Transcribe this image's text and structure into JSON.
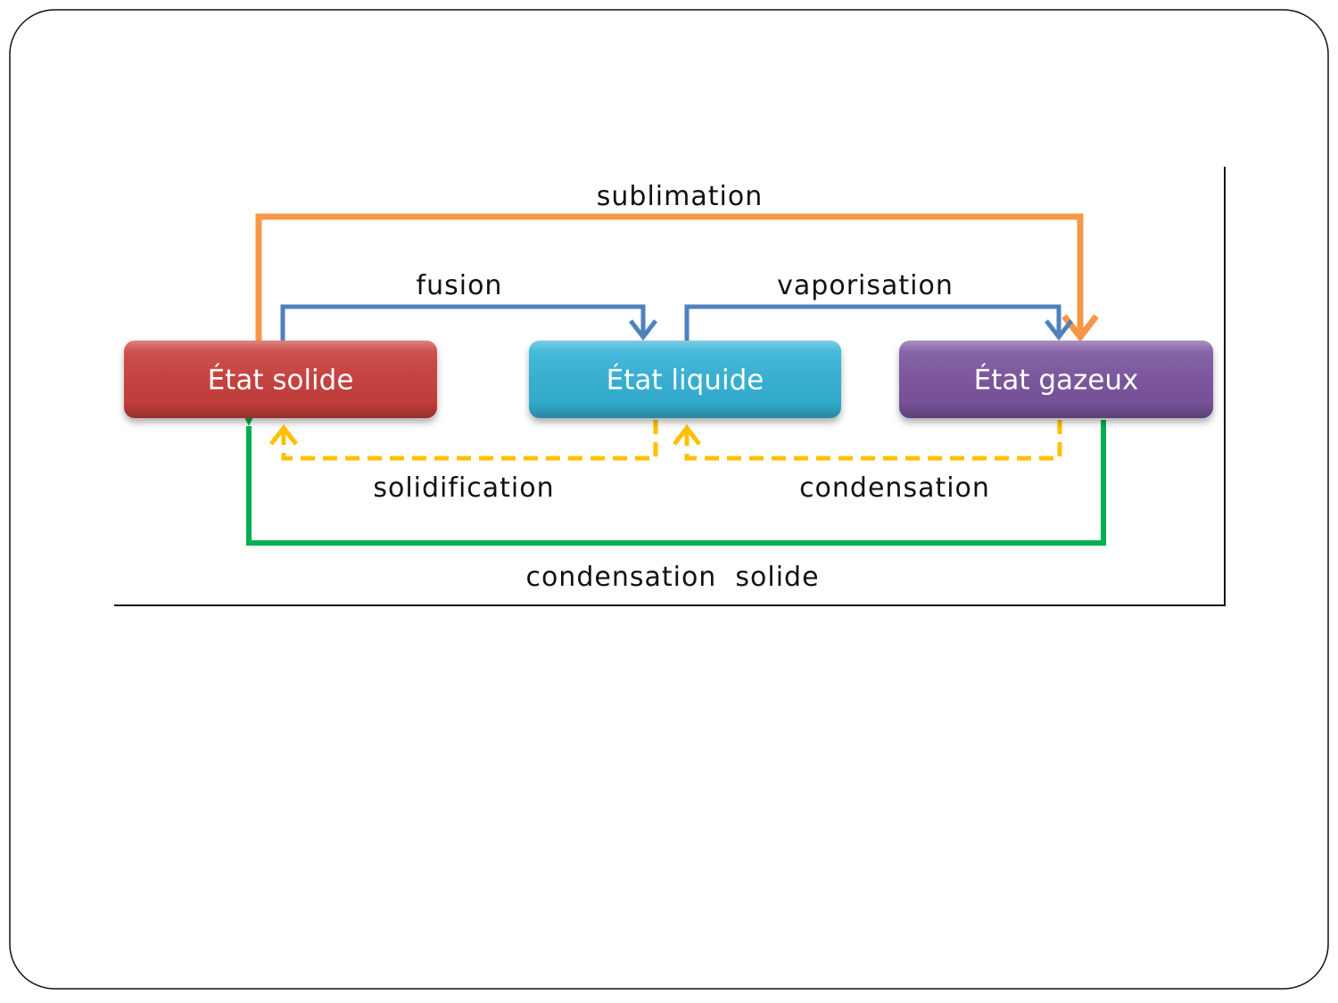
{
  "states": [
    {
      "id": "solide",
      "label": "État solide",
      "color": "#c9403c"
    },
    {
      "id": "liquide",
      "label": "État liquide",
      "color": "#35b3d6"
    },
    {
      "id": "gazeux",
      "label": "État gazeux",
      "color": "#7b559f"
    }
  ],
  "transitions": [
    {
      "id": "sublimation",
      "label": "sublimation",
      "from": "solide",
      "to": "gazeux",
      "color": "#f79646",
      "style": "solid"
    },
    {
      "id": "fusion",
      "label": "fusion",
      "from": "solide",
      "to": "liquide",
      "color": "#4f81bd",
      "style": "solid"
    },
    {
      "id": "vaporisation",
      "label": "vaporisation",
      "from": "liquide",
      "to": "gazeux",
      "color": "#4f81bd",
      "style": "solid"
    },
    {
      "id": "solidification",
      "label": "solidification",
      "from": "liquide",
      "to": "solide",
      "color": "#ffc000",
      "style": "dashed"
    },
    {
      "id": "condensation",
      "label": "condensation",
      "from": "gazeux",
      "to": "liquide",
      "color": "#ffc000",
      "style": "dashed"
    },
    {
      "id": "condensation-solide",
      "label": "condensation  solide",
      "from": "gazeux",
      "to": "solide",
      "color": "#00b050",
      "style": "solid"
    }
  ]
}
